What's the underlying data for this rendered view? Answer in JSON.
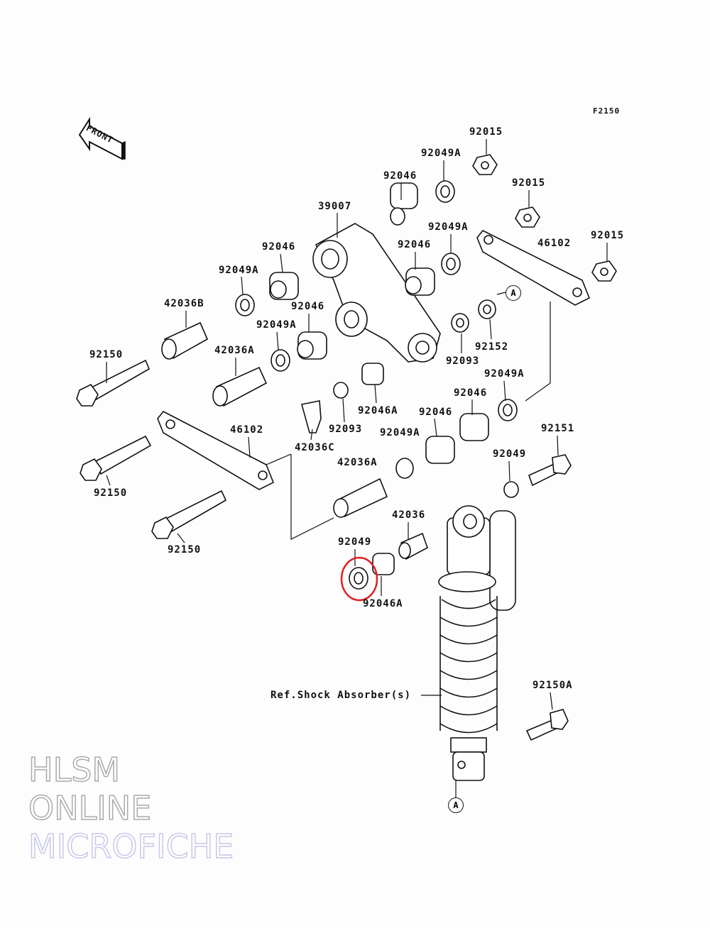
{
  "diagram_code": "F2150",
  "front_arrow": "FRONT",
  "labels": [
    "92015",
    "92049A",
    "92015",
    "92046",
    "39007",
    "92049A",
    "92015",
    "92046",
    "46102",
    "92046",
    "92049A",
    "42036B",
    "92046",
    "92049A",
    "92152",
    "92150",
    "42036A",
    "92093",
    "92049A",
    "92046",
    "92046A",
    "92046",
    "92093",
    "92049A",
    "46102",
    "92151",
    "42036C",
    "92049",
    "42036A",
    "92150",
    "42036",
    "92150",
    "92049",
    "92046A",
    "Ref.Shock Absorber(s)",
    "92150A"
  ],
  "refs": [
    "A",
    "A"
  ],
  "watermark": [
    "HLSM",
    "ONLINE",
    "MICROFICHE"
  ],
  "highlight_color": "#e02020"
}
